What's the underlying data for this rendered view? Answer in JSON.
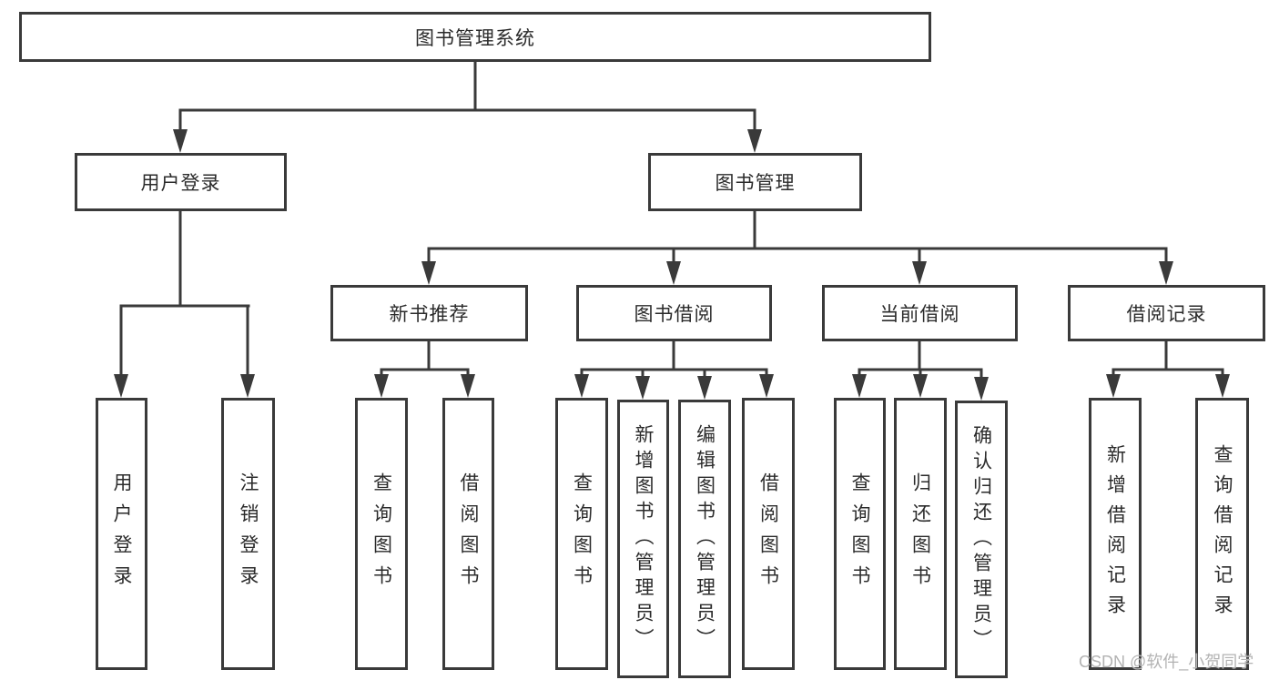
{
  "title": {
    "label": "图书管理系统"
  },
  "nodes": {
    "user_login": {
      "label": "用户登录"
    },
    "book_mgmt": {
      "label": "图书管理"
    },
    "new_books": {
      "label": "新书推荐"
    },
    "book_borrow": {
      "label": "图书借阅"
    },
    "current_borrow": {
      "label": "当前借阅"
    },
    "borrow_records": {
      "label": "借阅记录"
    }
  },
  "leaves": {
    "user_login_leaf": {
      "label": "用户登录"
    },
    "logout": {
      "label": "注销登录"
    },
    "nb_query": {
      "label": "查询图书"
    },
    "nb_borrow": {
      "label": "借阅图书"
    },
    "bb_query": {
      "label": "查询图书"
    },
    "bb_add": {
      "label": "新增图书（管理员）"
    },
    "bb_edit": {
      "label": "编辑图书（管理员）"
    },
    "bb_borrow": {
      "label": "借阅图书"
    },
    "cb_query": {
      "label": "查询图书"
    },
    "cb_return": {
      "label": "归还图书"
    },
    "cb_confirm": {
      "label": "确认归还（管理员）"
    },
    "br_add": {
      "label": "新增借阅记录"
    },
    "br_query": {
      "label": "查询借阅记录"
    }
  },
  "watermark": {
    "text": "CSDN @软件_小贺同学"
  },
  "colors": {
    "line": "#3a3a3a",
    "text": "#2b2b2b",
    "watermark": "#b3b3b3",
    "background": "#ffffff"
  }
}
